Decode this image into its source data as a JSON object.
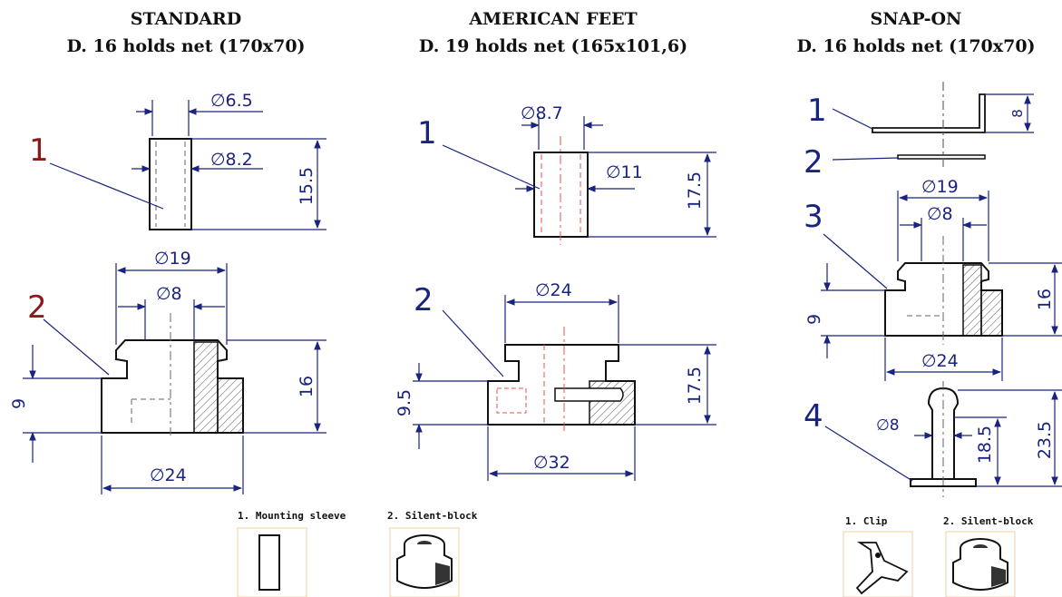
{
  "sections": [
    {
      "title": "STANDARD",
      "subtitle": "D. 16 holds net (170x70)"
    },
    {
      "title": "AMERICAN FEET",
      "subtitle": "D. 19 holds net (165x101,6)"
    },
    {
      "title": "SNAP-ON",
      "subtitle": "D. 16 holds net (170x70)"
    }
  ],
  "standard": {
    "callouts": [
      "1",
      "2"
    ],
    "dims": {
      "sleeve_inner": "∅6.5",
      "sleeve_outer": "∅8.2",
      "sleeve_height": "15.5",
      "block_top": "∅19",
      "block_bore": "∅8",
      "block_height": "16",
      "block_base": "9",
      "block_width": "∅24"
    },
    "parts": [
      "1. Mounting sleeve",
      "2. Silent-block"
    ]
  },
  "american": {
    "callouts": [
      "1",
      "2"
    ],
    "dims": {
      "sleeve_inner": "∅8.7",
      "sleeve_outer": "∅11",
      "sleeve_height": "17.5",
      "block_top": "∅24",
      "block_height": "17.5",
      "block_base": "9.5",
      "block_width": "∅32"
    }
  },
  "snap": {
    "callouts": [
      "1",
      "2",
      "3",
      "4"
    ],
    "dims": {
      "clip_height": "8",
      "block_top": "∅19",
      "block_bore": "∅8",
      "block_base": "9",
      "block_height": "16",
      "block_width": "∅24",
      "pin_dia": "∅8",
      "pin_len": "18.5",
      "pin_total": "23.5"
    },
    "parts": [
      "1. Clip",
      "2. Silent-block"
    ]
  },
  "colors": {
    "dimension": "#1a237e",
    "callout_red": "#8b1a1a",
    "callout_blue": "#1a237e",
    "hidden_red": "#e05050"
  }
}
